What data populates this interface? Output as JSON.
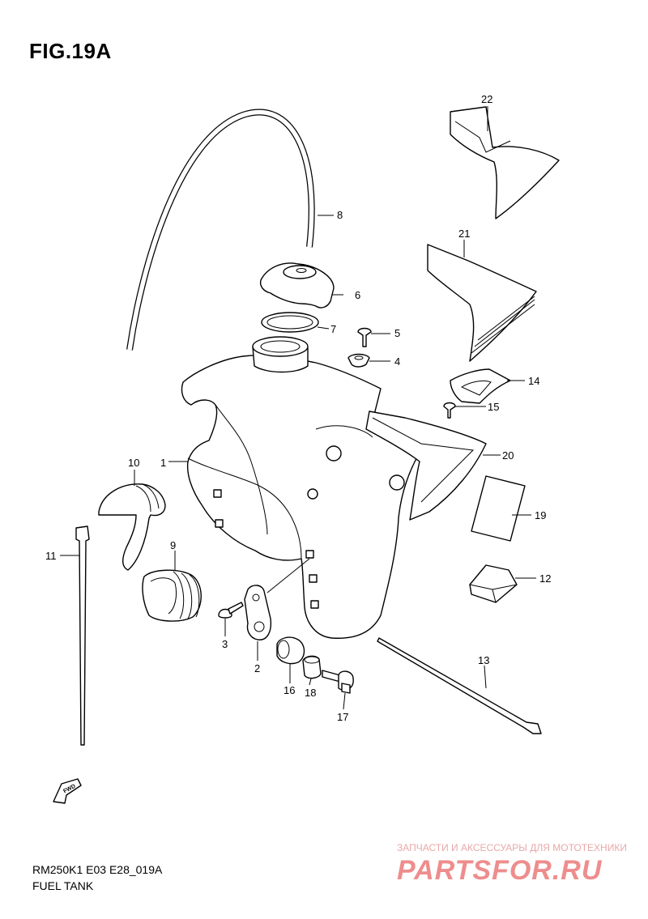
{
  "figure": {
    "title": "FIG.19A",
    "model_code": "RM250K1 E03 E28_019A",
    "section_name": "FUEL TANK",
    "fwd_label": "FWD"
  },
  "watermark": {
    "text": "ЗАПЧАСТИ И АКСЕССУАРЫ ДЛЯ МОТОТЕХНИКИ",
    "logo": "PARTSFOR.RU",
    "color": "#e03030"
  },
  "callouts": [
    {
      "id": "c1",
      "label": "1"
    },
    {
      "id": "c2",
      "label": "2"
    },
    {
      "id": "c3",
      "label": "3"
    },
    {
      "id": "c4",
      "label": "4"
    },
    {
      "id": "c5",
      "label": "5"
    },
    {
      "id": "c6",
      "label": "6"
    },
    {
      "id": "c7",
      "label": "7"
    },
    {
      "id": "c8",
      "label": "8"
    },
    {
      "id": "c9",
      "label": "9"
    },
    {
      "id": "c10",
      "label": "10"
    },
    {
      "id": "c11",
      "label": "11"
    },
    {
      "id": "c12",
      "label": "12"
    },
    {
      "id": "c13",
      "label": "13"
    },
    {
      "id": "c14",
      "label": "14"
    },
    {
      "id": "c15",
      "label": "15"
    },
    {
      "id": "c16",
      "label": "16"
    },
    {
      "id": "c17",
      "label": "17"
    },
    {
      "id": "c18",
      "label": "18"
    },
    {
      "id": "c19",
      "label": "19"
    },
    {
      "id": "c20",
      "label": "20"
    },
    {
      "id": "c21",
      "label": "21"
    },
    {
      "id": "c22",
      "label": "22"
    }
  ]
}
